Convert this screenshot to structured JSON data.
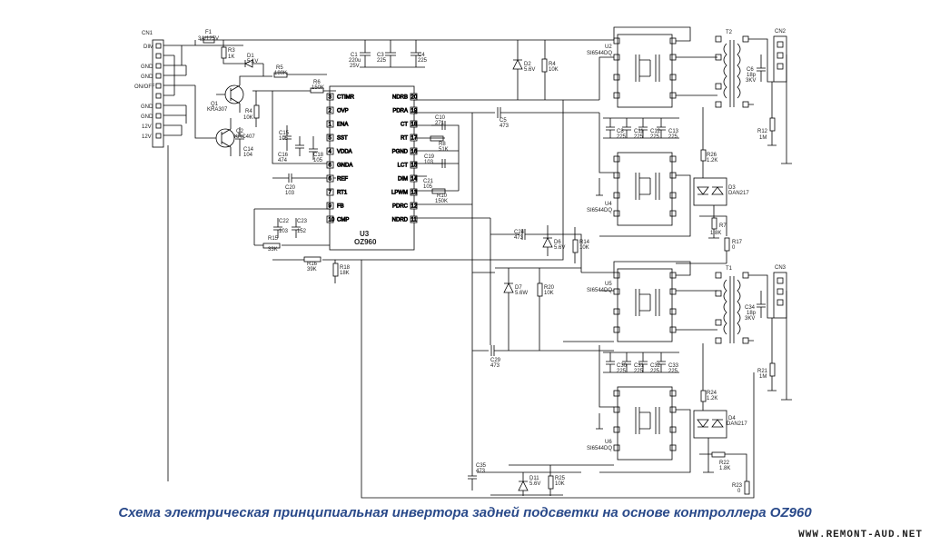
{
  "caption": "Схема электрическая принципиальная инвертора задней подсветки на основе контроллера OZ960",
  "watermark": "WWW.REMONT-AUD.NET",
  "connectors": {
    "cn1": {
      "name": "CN1",
      "pins": [
        "DIM",
        "",
        "GND",
        "GND",
        "ON/OFF",
        "",
        "GND",
        "GND",
        "12V",
        "12V"
      ]
    },
    "cn2": {
      "name": "CN2"
    },
    "cn3": {
      "name": "CN3"
    }
  },
  "ic": {
    "ref": "U3",
    "name": "OZ960",
    "left_pins": [
      {
        "n": "3",
        "name": "CTIMR"
      },
      {
        "n": "2",
        "name": "OVP"
      },
      {
        "n": "1",
        "name": "ENA"
      },
      {
        "n": "5",
        "name": "SST"
      },
      {
        "n": "4",
        "name": "VDDA"
      },
      {
        "n": "6",
        "name": "GNDA"
      },
      {
        "n": "6",
        "name": "REF"
      },
      {
        "n": "7",
        "name": "RT1"
      },
      {
        "n": "9",
        "name": "FB"
      },
      {
        "n": "10",
        "name": "CMP"
      }
    ],
    "right_pins": [
      {
        "n": "20",
        "name": "NDRB"
      },
      {
        "n": "19",
        "name": "PDRA"
      },
      {
        "n": "18",
        "name": "CT"
      },
      {
        "n": "17",
        "name": "RT"
      },
      {
        "n": "16",
        "name": "PGND"
      },
      {
        "n": "15",
        "name": "LCT"
      },
      {
        "n": "14",
        "name": "DIM"
      },
      {
        "n": "13",
        "name": "LPWM"
      },
      {
        "n": "12",
        "name": "PDRC"
      },
      {
        "n": "11",
        "name": "NDRD"
      }
    ]
  },
  "mosfets": [
    {
      "ref": "U2",
      "part": "SI6544DQ"
    },
    {
      "ref": "U4",
      "part": "SI6544DQ"
    },
    {
      "ref": "U5",
      "part": "SI6544DQ"
    },
    {
      "ref": "U6",
      "part": "SI6544DQ"
    }
  ],
  "transformers": [
    {
      "ref": "T2"
    },
    {
      "ref": "T1"
    }
  ],
  "components": {
    "f1": [
      "F1",
      "3A/125V"
    ],
    "r3": [
      "R3",
      "1K"
    ],
    "d1": [
      "D1",
      "5.1V"
    ],
    "r5": [
      "R5",
      "180K"
    ],
    "r6": [
      "R6",
      "150K"
    ],
    "q1": [
      "Q1",
      "KRA307"
    ],
    "r4": [
      "R4",
      "10K"
    ],
    "q2": [
      "Q2",
      "KRC407"
    ],
    "c14": [
      "C14",
      "104"
    ],
    "c15": [
      "C15",
      "105"
    ],
    "c16": [
      "C16",
      "474"
    ],
    "c18": [
      "C18",
      "105"
    ],
    "c20": [
      "C20",
      "103"
    ],
    "c1": [
      "C1",
      "220u",
      "25V"
    ],
    "c3": [
      "C3",
      "225"
    ],
    "c4": [
      "C4",
      "225"
    ],
    "c10": [
      "C10",
      "271"
    ],
    "r8": [
      "R8",
      "51K"
    ],
    "c19": [
      "C19",
      "103"
    ],
    "c21": [
      "C21",
      "105"
    ],
    "r10": [
      "R10",
      "150K"
    ],
    "c22": [
      "C22",
      "103"
    ],
    "c23": [
      "C23",
      "152"
    ],
    "r15": [
      "R15",
      "33K"
    ],
    "r16": [
      "R16",
      "39K"
    ],
    "r18": [
      "R18",
      "18K"
    ],
    "d2": [
      "D2",
      "5.6V"
    ],
    "r2": [
      "R4",
      "10K"
    ],
    "c5": [
      "C5",
      "473"
    ],
    "c6": [
      "C6",
      "18p",
      "3KV"
    ],
    "r12": [
      "R12",
      "1M"
    ],
    "c8": [
      "C8",
      "225"
    ],
    "c11": [
      "C11",
      "225"
    ],
    "c12": [
      "C12",
      "225"
    ],
    "c13": [
      "C13",
      "225"
    ],
    "r26": [
      "R26",
      "1.2K"
    ],
    "d3": [
      "D3",
      "DAN217"
    ],
    "r7": [
      "R7",
      "1.8K"
    ],
    "r17": [
      "R17",
      "0"
    ],
    "c24": [
      "C24",
      "473"
    ],
    "d6": [
      "D6",
      "5.6V"
    ],
    "r14": [
      "R14",
      "10K"
    ],
    "d7": [
      "D7",
      "5.6W"
    ],
    "r20": [
      "R20",
      "10K"
    ],
    "c29": [
      "C29",
      "473"
    ],
    "c34": [
      "C34",
      "18p",
      "3KV"
    ],
    "r21": [
      "R21",
      "1M"
    ],
    "c30": [
      "C30",
      "225"
    ],
    "c31": [
      "C31",
      "225"
    ],
    "c32": [
      "C32",
      "225"
    ],
    "c33": [
      "C33",
      "225"
    ],
    "r24": [
      "R24",
      "1.2K"
    ],
    "d4": [
      "D4",
      "DAN217"
    ],
    "r22": [
      "R22",
      "1.8K"
    ],
    "r23": [
      "R23",
      "0"
    ],
    "c35": [
      "C35",
      "473"
    ],
    "d11": [
      "D11",
      "5.6V"
    ],
    "r25": [
      "R25",
      "10K"
    ]
  }
}
